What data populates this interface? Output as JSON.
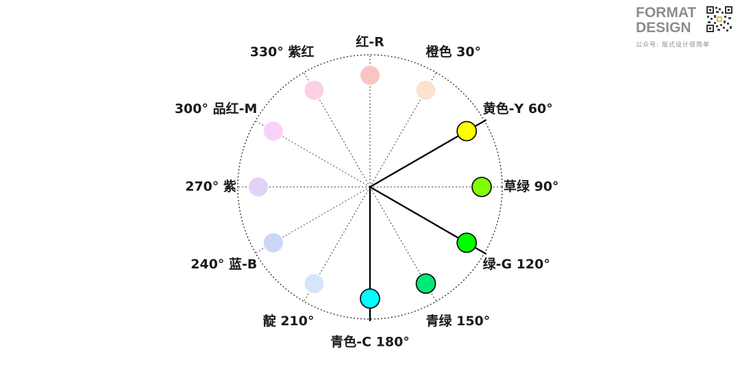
{
  "brand": {
    "line1": "FORMAT",
    "line2": "DESIGN",
    "subtitle": "公众号: 版式设计很简单",
    "qr_icon": "qr-code-icon"
  },
  "color_wheel": {
    "colors": {
      "ring": "#222222",
      "spoke": "#333333",
      "pointer": "#000000",
      "text": "#1a1a1a"
    },
    "hues": [
      {
        "label": "红-R",
        "angle": 0,
        "fill": "#f9c5c1",
        "highlighted": false
      },
      {
        "label": "橙色 30°",
        "angle": 30,
        "fill": "#fce2cf",
        "highlighted": false
      },
      {
        "label": "黄色-Y 60°",
        "angle": 60,
        "fill": "#ffff00",
        "highlighted": true
      },
      {
        "label": "草绿 90°",
        "angle": 90,
        "fill": "#80ff00",
        "highlighted": true
      },
      {
        "label": "绿-G 120°",
        "angle": 120,
        "fill": "#00ff00",
        "highlighted": true
      },
      {
        "label": "青绿 150°",
        "angle": 150,
        "fill": "#00e878",
        "highlighted": true
      },
      {
        "label": "青色-C 180°",
        "angle": 180,
        "fill": "#00ffff",
        "highlighted": true
      },
      {
        "label": "靛 210°",
        "angle": 210,
        "fill": "#d6e6fa",
        "highlighted": false
      },
      {
        "label": "240° 蓝-B",
        "angle": 240,
        "fill": "#ccd6f6",
        "highlighted": false
      },
      {
        "label": "270° 紫",
        "angle": 270,
        "fill": "#e2d2f8",
        "highlighted": false
      },
      {
        "label": "300° 品红-M",
        "angle": 300,
        "fill": "#fad2f7",
        "highlighted": false
      },
      {
        "label": "330° 紫红",
        "angle": 330,
        "fill": "#fbd1e3",
        "highlighted": false
      }
    ],
    "pointer_angles": [
      60,
      120,
      180
    ]
  }
}
